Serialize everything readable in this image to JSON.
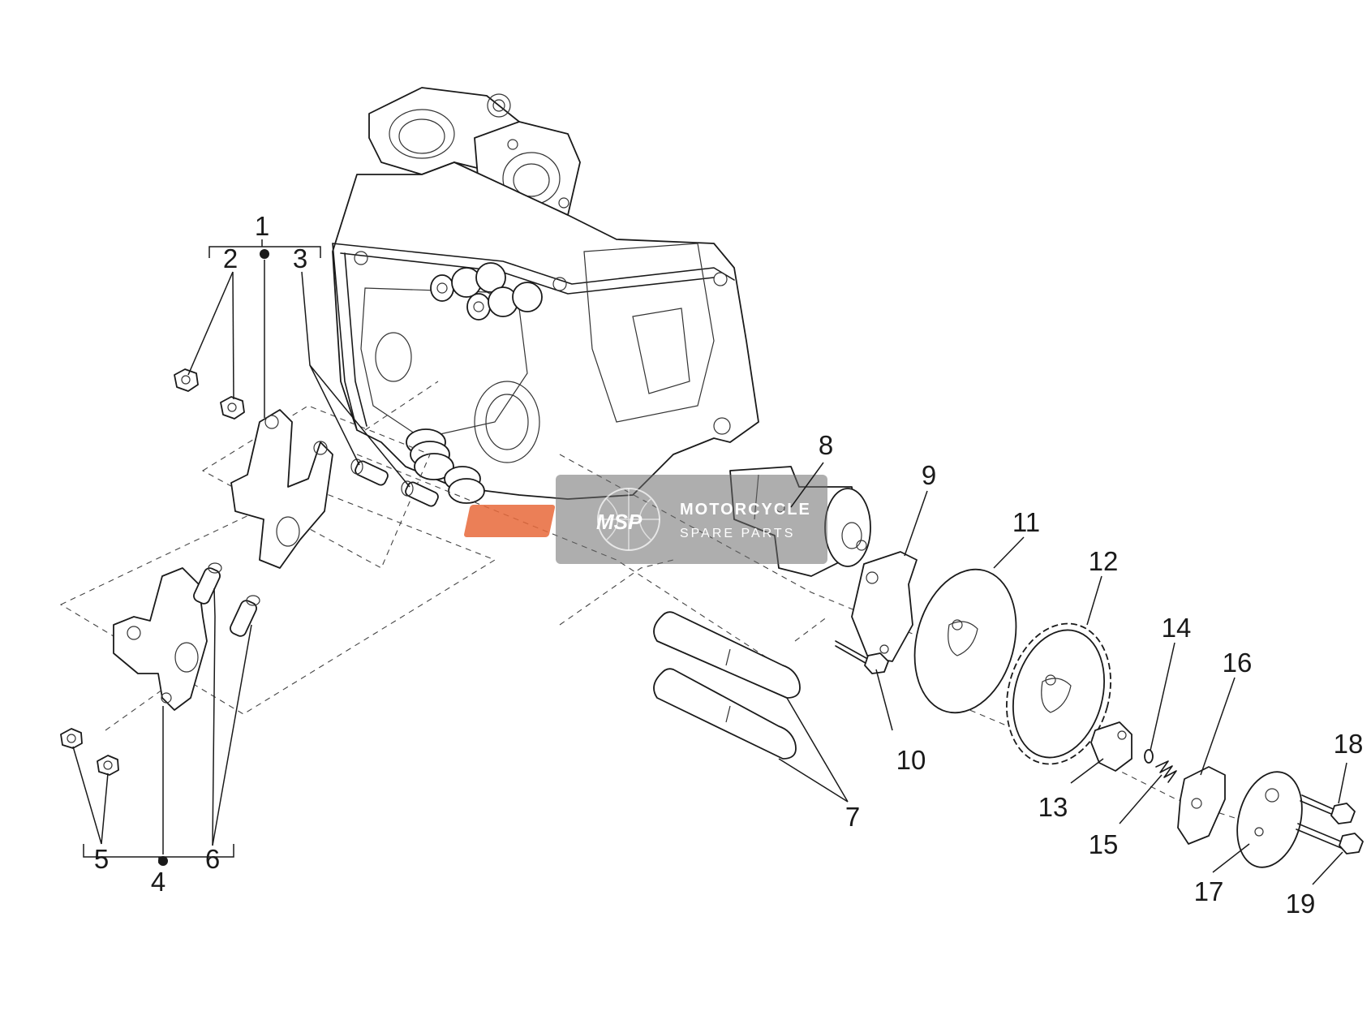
{
  "callouts": [
    {
      "id": "1",
      "label": "1"
    },
    {
      "id": "2",
      "label": "2"
    },
    {
      "id": "3",
      "label": "3"
    },
    {
      "id": "4",
      "label": "4"
    },
    {
      "id": "5",
      "label": "5"
    },
    {
      "id": "6",
      "label": "6"
    },
    {
      "id": "7",
      "label": "7"
    },
    {
      "id": "8",
      "label": "8"
    },
    {
      "id": "9",
      "label": "9"
    },
    {
      "id": "10",
      "label": "10"
    },
    {
      "id": "11",
      "label": "11"
    },
    {
      "id": "12",
      "label": "12"
    },
    {
      "id": "13",
      "label": "13"
    },
    {
      "id": "14",
      "label": "14"
    },
    {
      "id": "15",
      "label": "15"
    },
    {
      "id": "16",
      "label": "16"
    },
    {
      "id": "17",
      "label": "17"
    },
    {
      "id": "18",
      "label": "18"
    },
    {
      "id": "19",
      "label": "19"
    }
  ],
  "watermark": {
    "logo": "MSP",
    "line1": "MOTORCYCLE",
    "line2": "SPARE PARTS",
    "background": "#6b6b6b",
    "accent": "#e8693a"
  }
}
